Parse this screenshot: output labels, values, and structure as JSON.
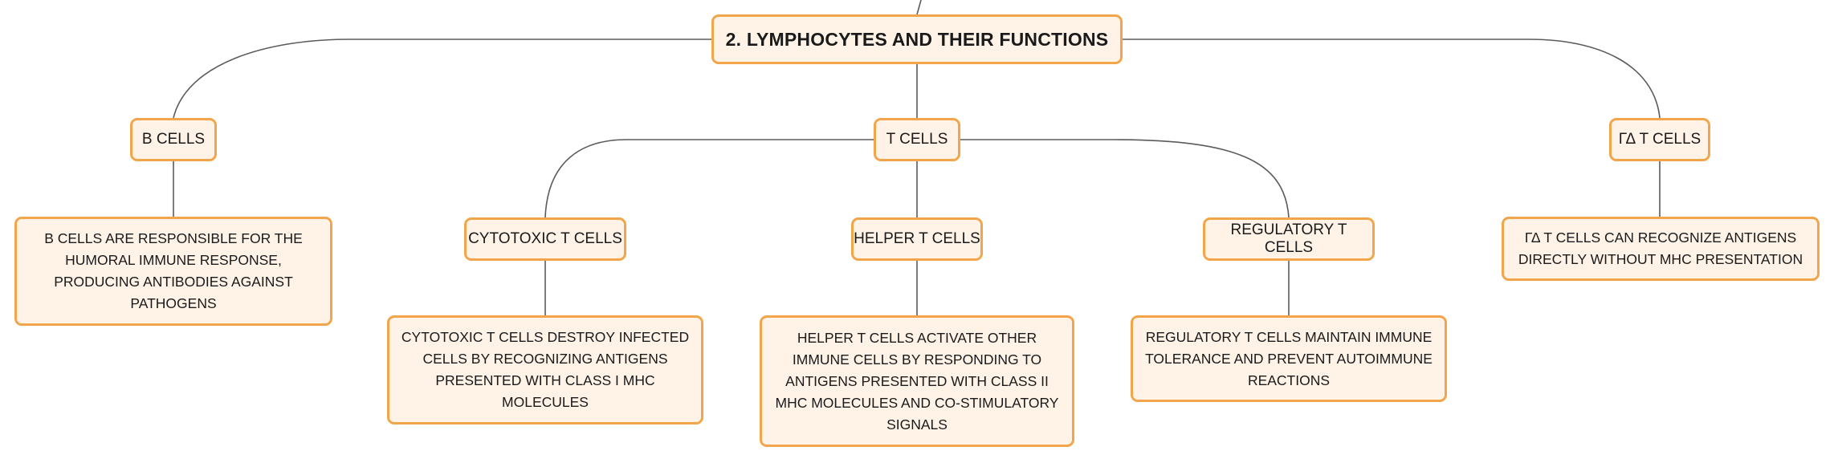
{
  "diagram": {
    "root": "2. LYMPHOCYTES AND THEIR FUNCTIONS",
    "categories": [
      {
        "id": "b",
        "label": "B CELLS",
        "description": "B CELLS ARE RESPONSIBLE FOR THE HUMORAL IMMUNE RESPONSE, PRODUCING ANTIBODIES AGAINST PATHOGENS"
      },
      {
        "id": "t",
        "label": "T CELLS",
        "subtypes": [
          {
            "id": "cyto",
            "label": "CYTOTOXIC T CELLS",
            "description": "CYTOTOXIC T CELLS DESTROY INFECTED CELLS BY RECOGNIZING ANTIGENS PRESENTED WITH CLASS I MHC MOLECULES"
          },
          {
            "id": "helper",
            "label": "HELPER T CELLS",
            "description": "HELPER T CELLS ACTIVATE OTHER IMMUNE CELLS BY RESPONDING TO ANTIGENS PRESENTED WITH CLASS II MHC MOLECULES AND CO-STIMULATORY SIGNALS"
          },
          {
            "id": "reg",
            "label": "REGULATORY T CELLS",
            "description": "REGULATORY T CELLS MAINTAIN IMMUNE TOLERANCE AND PREVENT AUTOIMMUNE REACTIONS"
          }
        ]
      },
      {
        "id": "gd",
        "label": "ΓΔ T CELLS",
        "description": "ΓΔ T CELLS CAN RECOGNIZE ANTIGENS DIRECTLY WITHOUT MHC PRESENTATION"
      }
    ]
  },
  "colors": {
    "node_fill": "#fff3e8",
    "node_border": "#f2a54a",
    "connector": "#5b5b5b",
    "text": "#1a1a1a"
  }
}
